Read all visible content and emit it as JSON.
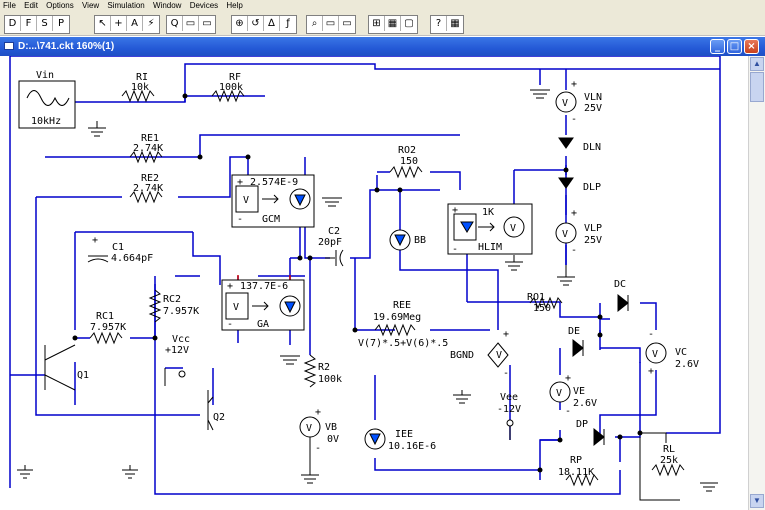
{
  "menu": [
    "File",
    "Edit",
    "Options",
    "View",
    "Simulation",
    "Window",
    "Devices",
    "Help"
  ],
  "toolbar": {
    "g1": [
      "D",
      "F",
      "S",
      "P"
    ],
    "g2": [
      "↖",
      "+",
      "A",
      "⚡"
    ],
    "g3": [
      "Q",
      "▭",
      "▭"
    ],
    "g4": [
      "⊕",
      "↺",
      "∆",
      "ƒ"
    ],
    "g5": [
      "⌕",
      "▭",
      "▭"
    ],
    "g6": [
      "⊞",
      "▦",
      "▢"
    ],
    "g7": [
      "?",
      "▦"
    ]
  },
  "window": {
    "title": "D:...\\741.ckt 160%(1)",
    "min": "_",
    "max": "□",
    "close": "×"
  },
  "labels": {
    "vin": "Vin",
    "vin_freq": "10kHz",
    "ri": "RI",
    "ri_val": "10k",
    "rf": "RF",
    "rf_val": "100k",
    "re1": "RE1",
    "re1_val": "2.74K",
    "re2": "RE2",
    "re2_val": "2.74K",
    "c1": "C1",
    "c1_val": "4.664pF",
    "rc1": "RC1",
    "rc1_val": "7.957K",
    "rc2": "RC2",
    "rc2_val": "7.957K",
    "vcc": "Vcc",
    "vcc_val": "+12V",
    "q1": "Q1",
    "q2": "Q2",
    "gcm_val": "2.574E-9",
    "gcm": "GCM",
    "ga_val": "137.7E-6",
    "ga": "GA",
    "c2": "C2",
    "c2_val": "20pF",
    "ro2": "RO2",
    "ro2_val": "150",
    "bb": "BB",
    "hlim_val": "1K",
    "hlim": "HLIM",
    "vln": "VLN",
    "vln_val": "25V",
    "dln": "DLN",
    "dlp": "DLP",
    "vlp": "VLP",
    "vlp_val": "25V",
    "ree": "REE",
    "ree_val": "19.69Meg",
    "bgnd_expr": "V(7)*.5+V(6)*.5",
    "bgnd": "BGND",
    "r2": "R2",
    "r2_val": "100k",
    "vb": "VB",
    "vb_val": "0V",
    "iee": "IEE",
    "iee_val": "10.16E-6",
    "ro1": "RO1",
    "ro1_val": "150",
    "dc": "DC",
    "de": "DE",
    "vc": "VC",
    "vc_val": "2.6V",
    "ve": "VE",
    "ve_val": "2.6V",
    "vee": "Vee",
    "vee_val": "-12V",
    "dp": "DP",
    "rp": "RP",
    "rp_val": "18.11K",
    "rl": "RL",
    "rl_val": "25k",
    "plus": "+",
    "minus": "-",
    "v": "V"
  }
}
